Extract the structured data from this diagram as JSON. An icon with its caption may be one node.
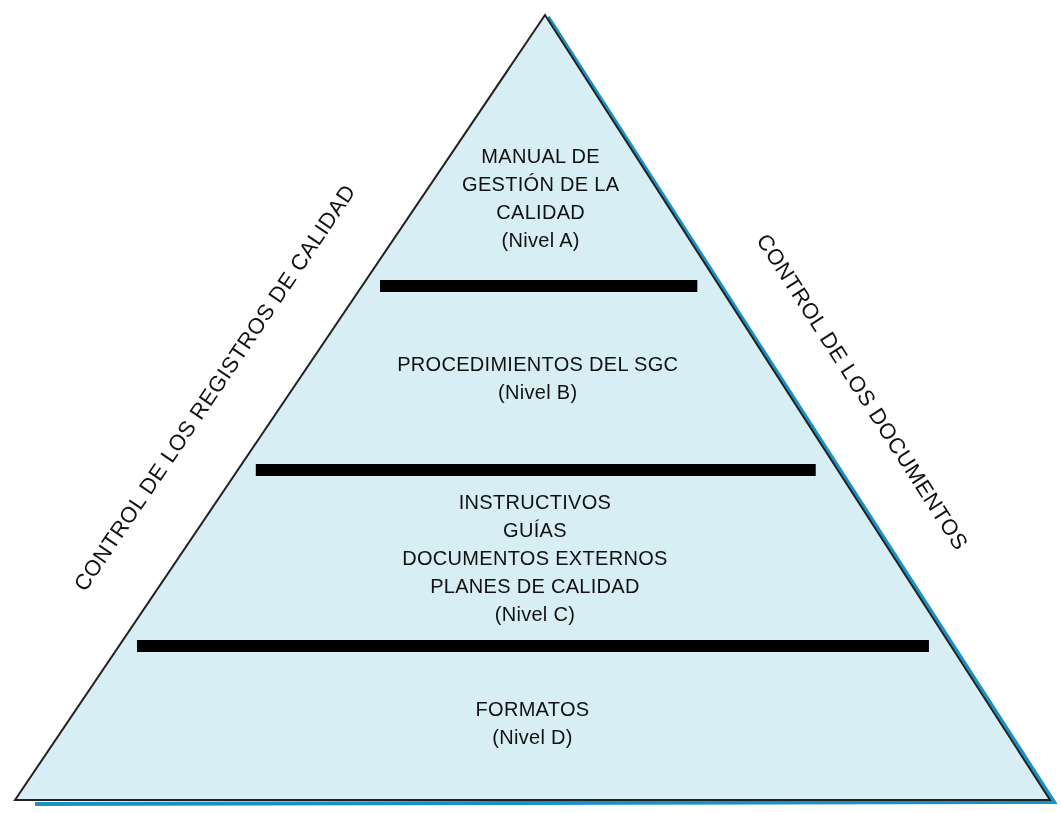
{
  "diagram": {
    "nodes": [
      {
        "text": [
          "MANUAL DE GESTIÓN DE LA CALIDAD",
          "(Nivel A)"
        ]
      },
      {
        "text": [
          "PROCEDIMIENTOS DEL SGC",
          "(Nivel B)"
        ]
      },
      {
        "text": [
          "INSTRUCTIVOS",
          "GUÍAS",
          "DOCUMENTOS EXTERNOS",
          "PLANES DE CALIDAD",
          "(Nivel C)"
        ]
      },
      {
        "text": [
          "FORMATOS",
          "(Nivel D)"
        ]
      }
    ],
    "labels": [
      "CONTROL DE LOS REGISTROS DE CALIDAD",
      "CONTROL DE LOS DOCUMENTOS"
    ]
  }
}
